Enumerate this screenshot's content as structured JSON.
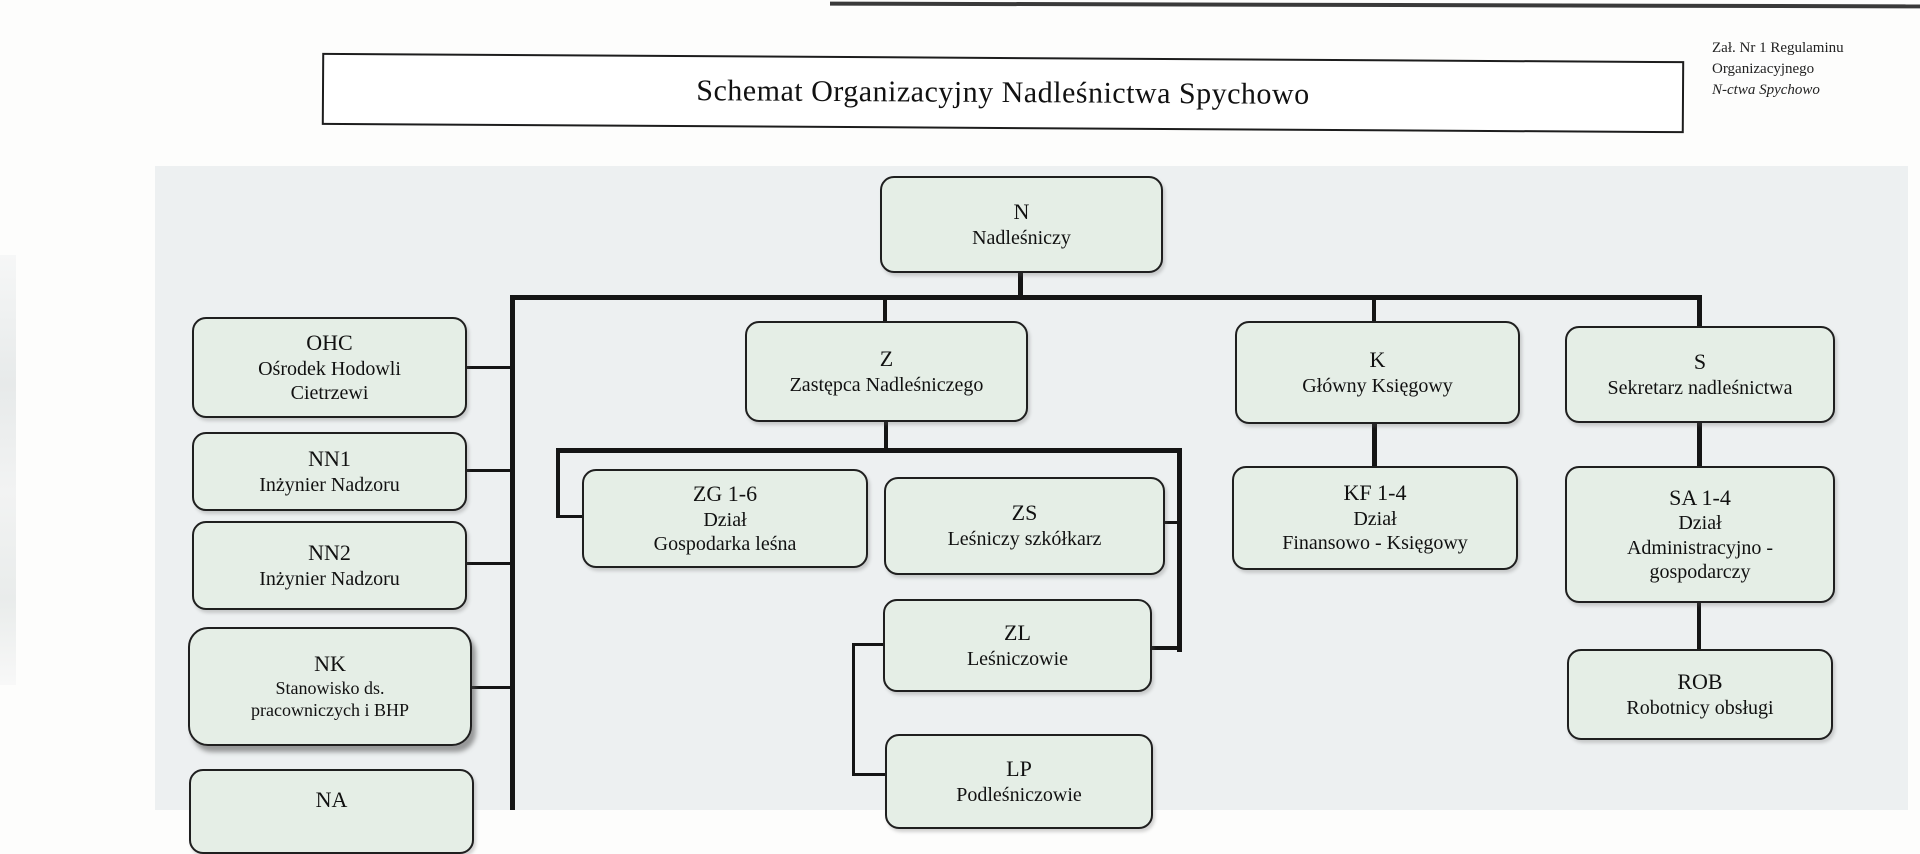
{
  "document": {
    "title": "Schemat Organizacyjny Nadleśnictwa Spychowo",
    "attachment_note": {
      "line1": "Zał. Nr 1 Regulaminu",
      "line2": "Organizacyjnego",
      "line3": "N-ctwa Spychowo"
    }
  },
  "colors": {
    "node_fill": "#e5eee6",
    "node_border": "#1f1f1f",
    "connector": "#151515",
    "panel_background": "#edf0f1",
    "page_background": "#fdfdfc"
  },
  "org_chart": {
    "root": "N",
    "nodes": {
      "n": {
        "code": "N",
        "lines": [
          "Nadleśniczy"
        ],
        "reports_to": null
      },
      "ohc": {
        "code": "OHC",
        "lines": [
          "Ośrodek Hodowli",
          "Cietrzewi"
        ],
        "reports_to": "N"
      },
      "nn1": {
        "code": "NN1",
        "lines": [
          "Inżynier Nadzoru"
        ],
        "reports_to": "N"
      },
      "nn2": {
        "code": "NN2",
        "lines": [
          "Inżynier Nadzoru"
        ],
        "reports_to": "N"
      },
      "nk": {
        "code": "NK",
        "lines": [
          "Stanowisko ds.",
          "pracowniczych i BHP"
        ],
        "reports_to": "N"
      },
      "na": {
        "code": "NA",
        "lines": [],
        "reports_to": "N"
      },
      "z": {
        "code": "Z",
        "lines": [
          "Zastępca Nadleśniczego"
        ],
        "reports_to": "N"
      },
      "zg": {
        "code": "ZG 1-6",
        "lines": [
          "Dział",
          "Gospodarka leśna"
        ],
        "reports_to": "Z"
      },
      "zs": {
        "code": "ZS",
        "lines": [
          "Leśniczy szkółkarz"
        ],
        "reports_to": "Z"
      },
      "zl": {
        "code": "ZL",
        "lines": [
          "Leśniczowie"
        ],
        "reports_to": "Z"
      },
      "lp": {
        "code": "LP",
        "lines": [
          "Podleśniczowie"
        ],
        "reports_to": "ZL"
      },
      "k": {
        "code": "K",
        "lines": [
          "Główny Księgowy"
        ],
        "reports_to": "N"
      },
      "kf": {
        "code": "KF 1-4",
        "lines": [
          "Dział",
          "Finansowo - Księgowy"
        ],
        "reports_to": "K"
      },
      "s": {
        "code": "S",
        "lines": [
          "Sekretarz nadleśnictwa"
        ],
        "reports_to": "N"
      },
      "sa": {
        "code": "SA 1-4",
        "lines": [
          "Dział",
          "Administracyjno -",
          "gospodarczy"
        ],
        "reports_to": "S"
      },
      "rob": {
        "code": "ROB",
        "lines": [
          "Robotnicy obsługi"
        ],
        "reports_to": "SA"
      }
    }
  }
}
